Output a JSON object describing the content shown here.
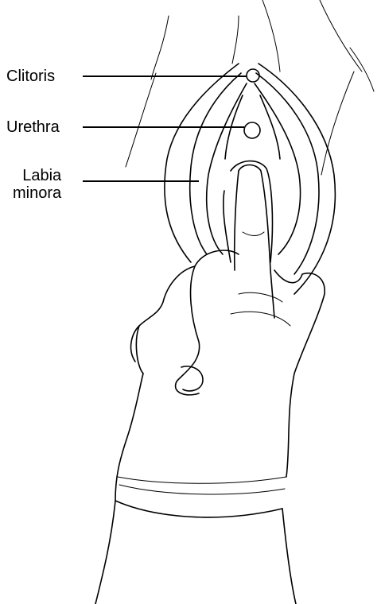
{
  "labels": {
    "clitoris": "Clitoris",
    "urethra": "Urethra",
    "labia_line1": "Labia",
    "labia_line2": "minora"
  },
  "colors": {
    "ink": "#000000",
    "background": "#ffffff"
  }
}
